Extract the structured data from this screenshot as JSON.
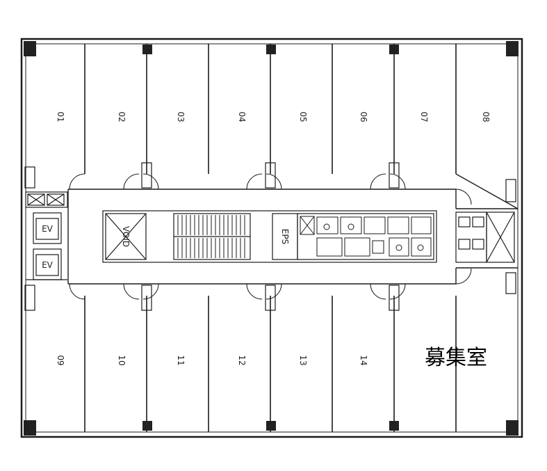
{
  "floor_plan": {
    "units_top": [
      "01",
      "02",
      "03",
      "04",
      "05",
      "06",
      "07",
      "08"
    ],
    "units_bottom": [
      "09",
      "10",
      "11",
      "12",
      "13",
      "14"
    ],
    "core_labels": {
      "void": "VOID",
      "eps": "EPS",
      "elevator_1": "EV",
      "elevator_2": "EV"
    },
    "vacancy_label": "募集室"
  },
  "colors": {
    "line": "#1a1a1a",
    "column": "#222222",
    "background": "#ffffff"
  }
}
